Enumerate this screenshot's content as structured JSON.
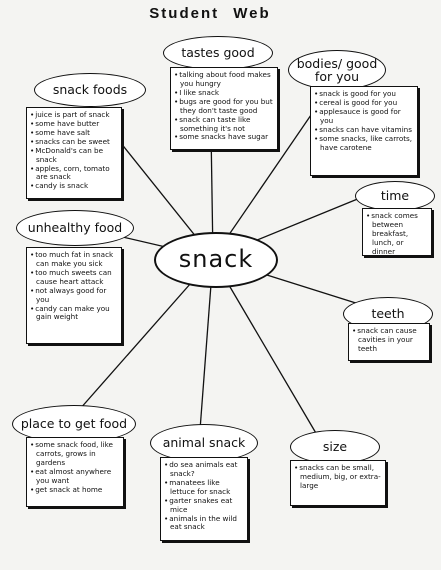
{
  "title": "Student Web",
  "center": "snack",
  "nodes": {
    "tastes_good": {
      "label": "tastes good",
      "items": [
        "talking about food makes you hungry",
        "I like snack",
        "bugs are good for you but they don't taste good",
        "snack can taste like something it's not",
        "some snacks have sugar"
      ]
    },
    "snack_foods": {
      "label": "snack foods",
      "items": [
        "juice is part of snack",
        "some have butter",
        "some have salt",
        "snacks can be sweet",
        "McDonald's can be snack",
        "apples, corn, tomato are snack",
        "candy is snack"
      ]
    },
    "bodies": {
      "label": "bodies/ good for you",
      "items": [
        "snack is good for you",
        "cereal is good for you",
        "applesauce is good for you",
        "snacks can have vitamins",
        "some snacks, like carrots, have carotene"
      ]
    },
    "time": {
      "label": "time",
      "items": [
        "snack comes between breakfast, lunch, or dinner"
      ]
    },
    "unhealthy": {
      "label": "unhealthy food",
      "items": [
        "too much fat in snack can make you sick",
        "too much sweets can cause heart attack",
        "not always good for you",
        "candy can make you gain weight"
      ]
    },
    "teeth": {
      "label": "teeth",
      "items": [
        "snack can cause cavities in your teeth"
      ]
    },
    "place": {
      "label": "place to get food",
      "items": [
        "some snack food, like carrots, grows in gardens",
        "eat almost anywhere you want",
        "get snack at home"
      ]
    },
    "animal": {
      "label": "animal snack",
      "items": [
        "do sea animals eat snack?",
        "manatees like lettuce for snack",
        "garter snakes eat mice",
        "animals in the wild eat snack"
      ]
    },
    "size": {
      "label": "size",
      "items": [
        "snacks can be small, medium, big, or extra-large"
      ]
    }
  }
}
